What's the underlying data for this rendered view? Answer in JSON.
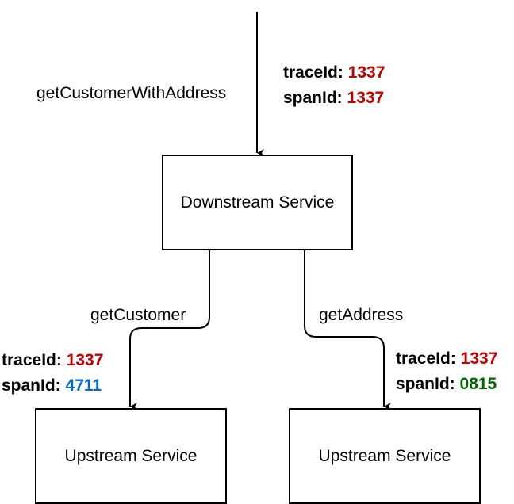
{
  "colors": {
    "red": "#c00000",
    "blue": "#0066cc",
    "green": "#006600",
    "black": "#000000"
  },
  "nodes": {
    "downstream": "Downstream Service",
    "upstream_left": "Upstream Service",
    "upstream_right": "Upstream Service"
  },
  "edges": {
    "incoming_label": "getCustomerWithAddress",
    "left_label": "getCustomer",
    "right_label": "getAddress"
  },
  "ids": {
    "incoming": {
      "trace_key": "traceId:",
      "trace_value": "1337",
      "span_key": "spanId:",
      "span_value": "1337"
    },
    "left": {
      "trace_key": "traceId:",
      "trace_value": "1337",
      "span_key": "spanId:",
      "span_value": "4711"
    },
    "right": {
      "trace_key": "traceId:",
      "trace_value": "1337",
      "span_key": "spanId:",
      "span_value": "0815"
    }
  }
}
